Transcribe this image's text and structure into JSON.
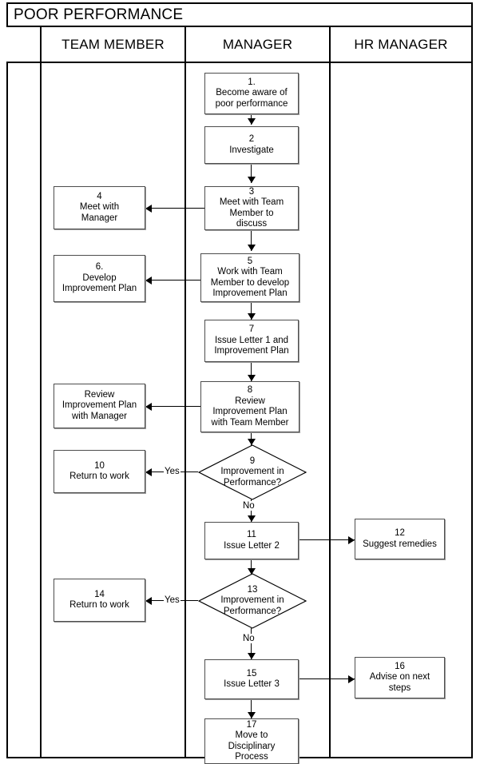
{
  "document": {
    "title": "POOR PERFORMANCE"
  },
  "lanes": [
    {
      "id": "blank",
      "label": ""
    },
    {
      "id": "team",
      "label": "TEAM MEMBER"
    },
    {
      "id": "manager",
      "label": "MANAGER"
    },
    {
      "id": "hr",
      "label": "HR MANAGER"
    }
  ],
  "nodes": {
    "n1": {
      "number": "1.",
      "text": "1.\nBecome aware of\npoor performance",
      "lane": "manager",
      "shape": "process"
    },
    "n2": {
      "number": "2",
      "text": "2\nInvestigate",
      "lane": "manager",
      "shape": "process"
    },
    "n3": {
      "number": "3",
      "text": "3\nMeet with Team\nMember to\ndiscuss",
      "lane": "manager",
      "shape": "process"
    },
    "n4": {
      "number": "4",
      "text": "4\nMeet with\nManager",
      "lane": "team",
      "shape": "process"
    },
    "n5": {
      "number": "5",
      "text": "5\nWork with Team\nMember to develop\nImprovement Plan",
      "lane": "manager",
      "shape": "process"
    },
    "n6": {
      "number": "6.",
      "text": "6.\nDevelop\nImprovement Plan",
      "lane": "team",
      "shape": "process"
    },
    "n7": {
      "number": "7",
      "text": "7\nIssue Letter 1 and\nImprovement Plan",
      "lane": "manager",
      "shape": "process"
    },
    "n8": {
      "number": "8",
      "text": "8\nReview\nImprovement Plan\nwith Team Member",
      "lane": "manager",
      "shape": "process"
    },
    "n8b": {
      "number": "",
      "text": "Review\nImprovement Plan\nwith Manager",
      "lane": "team",
      "shape": "process"
    },
    "n9": {
      "number": "9",
      "text": "9\nImprovement in\nPerformance?",
      "lane": "manager",
      "shape": "decision"
    },
    "n10": {
      "number": "10",
      "text": "10\nReturn to work",
      "lane": "team",
      "shape": "process"
    },
    "n11": {
      "number": "11",
      "text": "11\nIssue Letter 2",
      "lane": "manager",
      "shape": "process"
    },
    "n12": {
      "number": "12",
      "text": "12\nSuggest remedies",
      "lane": "hr",
      "shape": "process"
    },
    "n13": {
      "number": "13",
      "text": "13\nImprovement in\nPerformance?",
      "lane": "manager",
      "shape": "decision"
    },
    "n14": {
      "number": "14",
      "text": "14\nReturn to work",
      "lane": "team",
      "shape": "process"
    },
    "n15": {
      "number": "15",
      "text": "15\nIssue Letter 3",
      "lane": "manager",
      "shape": "process"
    },
    "n16": {
      "number": "16",
      "text": "16\nAdvise on next\nsteps",
      "lane": "hr",
      "shape": "process"
    },
    "n17": {
      "number": "17",
      "text": "17\nMove to\nDisciplinary\nProcess",
      "lane": "manager",
      "shape": "process"
    }
  },
  "connector_labels": {
    "yes_9": "Yes",
    "no_9": "No",
    "yes_13": "Yes",
    "no_13": "No"
  },
  "colors": {
    "page_background": "#ffffff",
    "frame_line": "#000000",
    "node_border": "#4d4d4d",
    "node_shadow": "#9a9a9a",
    "node_fill": "#ffffff",
    "text": "#000000"
  }
}
